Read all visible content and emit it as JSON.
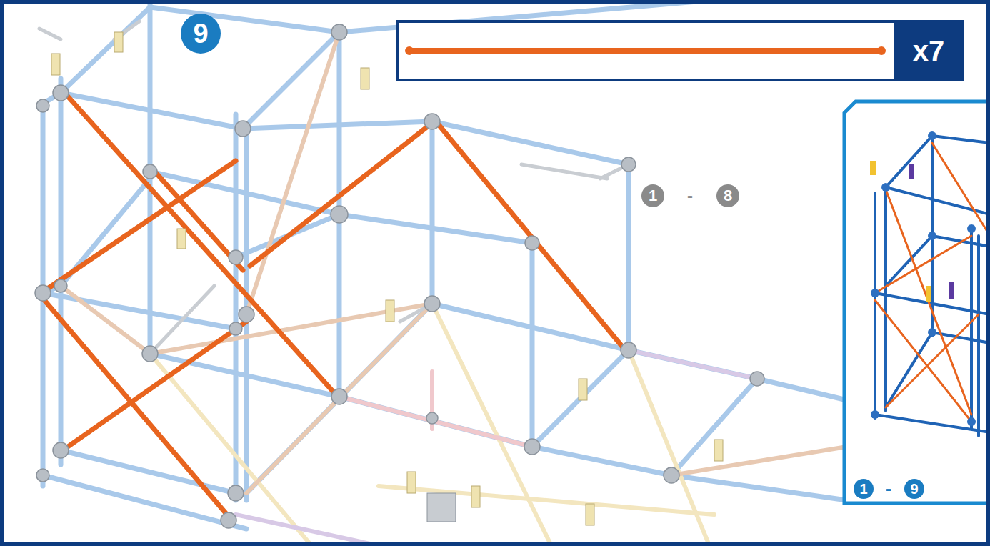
{
  "diagram": {
    "nodes": [
      {
        "text": [
          "9"
        ]
      },
      {
        "text": [
          "x7"
        ]
      },
      {
        "text": [
          "1"
        ]
      },
      {
        "text": [
          "8"
        ]
      },
      {
        "text": [
          "1"
        ]
      },
      {
        "text": [
          "9"
        ]
      }
    ],
    "labels": [
      "-",
      "-"
    ]
  }
}
